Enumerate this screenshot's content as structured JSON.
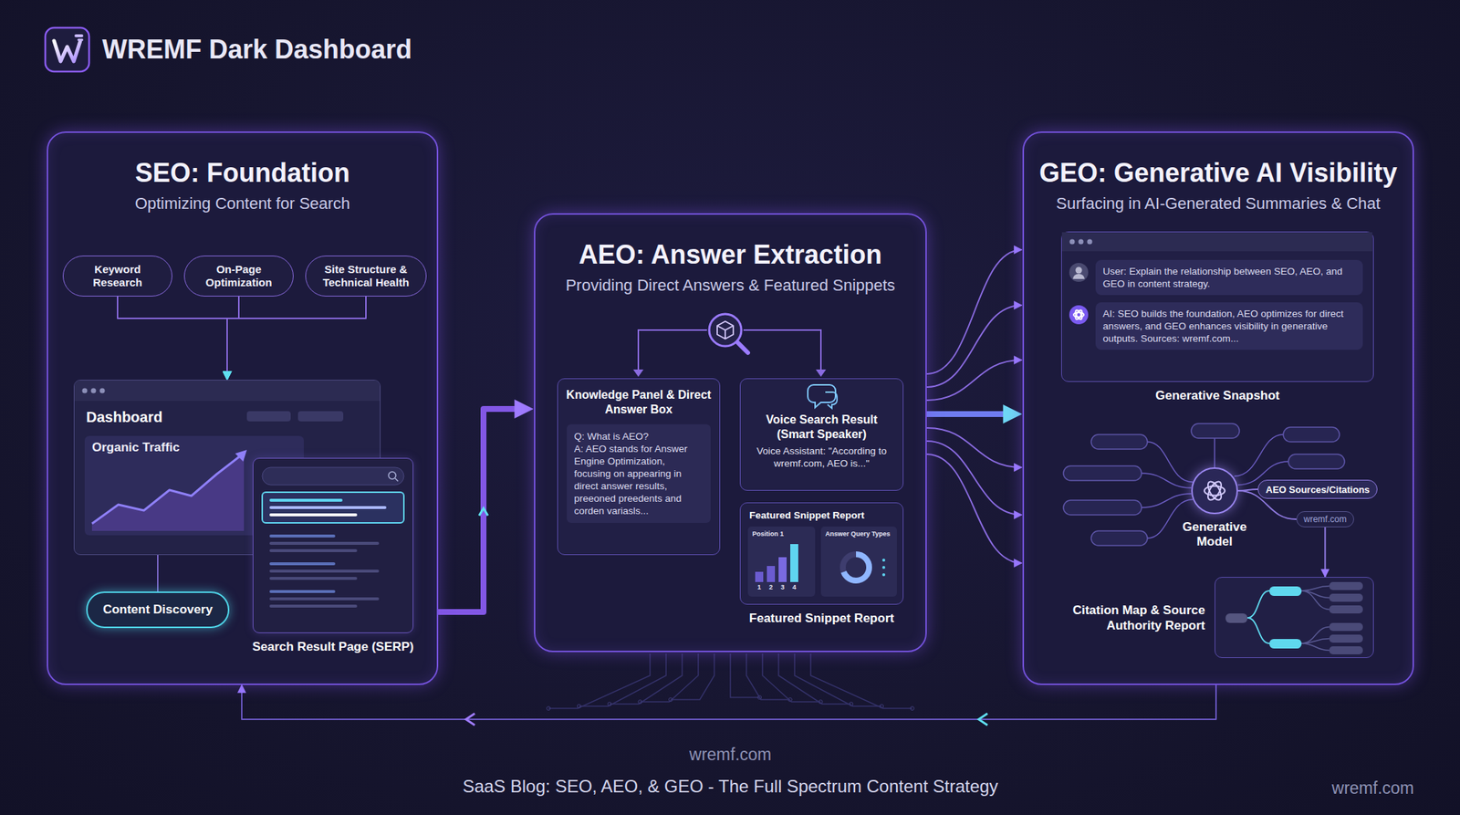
{
  "diagram": {
    "title": "WREMF Dark Dashboard",
    "caption": "SaaS Blog: SEO, AEO, & GEO - The Full Spectrum Content Strategy",
    "nodes": [
      {
        "text": [
          "SEO: Foundation",
          "Optimizing Content for Search"
        ]
      },
      {
        "text": [
          "Keyword Research"
        ],
        "in": 0
      },
      {
        "text": [
          "On-Page Optimization"
        ],
        "in": 0
      },
      {
        "text": [
          "Site Structure & Technical Health"
        ],
        "in": 0
      },
      {
        "text": [
          "Dashboard",
          "Organic Traffic"
        ],
        "in": 0
      },
      {
        "text": [
          "Search Result Page (SERP)"
        ],
        "in": 0
      },
      {
        "text": [
          "Content Discovery"
        ],
        "in": 0
      },
      {
        "text": [
          "AEO: Answer Extraction",
          "Providing Direct Answers & Featured Snippets"
        ]
      },
      {
        "text": [
          "Knowledge Panel & Direct Answer Box",
          "Q: What is AEO?",
          "A: AEO stands for Answer Engine Optimization, focusing on appearing in direct answer results, preeoned preedents and corden variasls..."
        ],
        "in": 7
      },
      {
        "text": [
          "Voice Search Result (Smart Speaker)",
          "Voice Assistant: \"According to wremf.com, AEO is...\""
        ],
        "in": 7
      },
      {
        "text": [
          "Featured Snippet Report",
          "Featured Snippet Report"
        ],
        "in": 7
      },
      {
        "text": [
          "GEO: Generative AI Visibility",
          "Surfacing in AI-Generated Summaries & Chat"
        ]
      },
      {
        "text": [
          "User: Explain the relationship between SEO, AEO, and GEO in content strategy.",
          "AI: SEO builds the foundation, AEO optimizes for direct answers, and GEO enhances visibility in generative outputs. Sources: wremf.com...",
          "Generative Snapshot"
        ],
        "in": 11
      },
      {
        "text": [
          "Generative Model"
        ],
        "in": 11
      },
      {
        "text": [
          "AEO Sources/Citations"
        ],
        "in": 11
      },
      {
        "text": [
          "wremf.com"
        ],
        "in": 11
      },
      {
        "text": [
          "Citation Map & Source Authority Report"
        ],
        "in": 11
      }
    ],
    "edges": [
      {
        "from": 1,
        "to": 4,
        "arrow": "to"
      },
      {
        "from": 2,
        "to": 4,
        "arrow": "to"
      },
      {
        "from": 3,
        "to": 4,
        "arrow": "to"
      },
      {
        "from": 4,
        "to": 6,
        "arrow": "none"
      },
      {
        "from": 0,
        "to": 7,
        "arrow": "to"
      },
      {
        "from": 7,
        "to": 11,
        "arrow": "to"
      },
      {
        "from": 7,
        "to": 11,
        "arrow": "to"
      },
      {
        "from": 7,
        "to": 11,
        "arrow": "to"
      },
      {
        "from": 7,
        "to": 11,
        "arrow": "to"
      },
      {
        "from": 7,
        "to": 11,
        "arrow": "to"
      },
      {
        "from": 7,
        "to": 11,
        "arrow": "to"
      },
      {
        "from": 7,
        "to": 11,
        "arrow": "to"
      },
      {
        "from": 13,
        "to": 14,
        "arrow": "none"
      },
      {
        "from": 13,
        "to": 15,
        "arrow": "none"
      },
      {
        "from": 15,
        "to": 16,
        "arrow": "to"
      },
      {
        "from": 11,
        "to": 0,
        "arrow": "to"
      }
    ],
    "labels": [
      "Position 1",
      "Answer Query Types",
      "1",
      "2",
      "3",
      "4",
      "wremf.com",
      "wremf.com"
    ]
  }
}
